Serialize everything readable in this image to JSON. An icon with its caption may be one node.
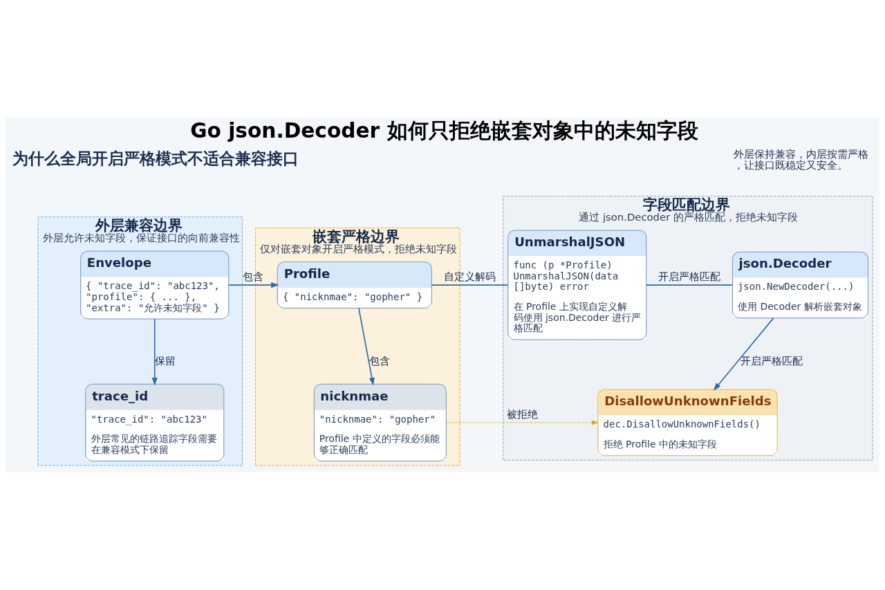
{
  "diagram": {
    "title": "Go json.Decoder 如何只拒绝嵌套对象中的未知字段",
    "nodes": [
      {
        "text": [
          "外层兼容边界",
          "外层允许未知字段，保证接口的向前兼容性"
        ]
      },
      {
        "text": [
          "Envelope",
          "{ \"trace_id\": \"abc123\", \"profile\": { ... }, \"extra\": \"允许未知字段\" }"
        ],
        "in": 0
      },
      {
        "text": [
          "trace_id",
          "\"trace_id\": \"abc123\"",
          "外层常见的链路追踪字段需要在兼容模式下保留"
        ],
        "in": 0
      },
      {
        "text": [
          "嵌套严格边界",
          "仅对嵌套对象开启严格模式，拒绝未知字段"
        ]
      },
      {
        "text": [
          "Profile",
          "{ \"nicknmae\": \"gopher\" }"
        ],
        "in": 3
      },
      {
        "text": [
          "nicknmae",
          "\"nicknmae\": \"gopher\"",
          "Profile 中定义的字段必须能够正确匹配"
        ],
        "in": 3
      },
      {
        "text": [
          "字段匹配边界",
          "通过 json.Decoder 的严格匹配，拒绝未知字段"
        ]
      },
      {
        "text": [
          "UnmarshalJSON",
          "func (p *Profile) UnmarshalJSON(data []byte) error",
          "在 Profile 上实现自定义解码使用 json.Decoder 进行严格匹配"
        ],
        "in": 6
      },
      {
        "text": [
          "json.Decoder",
          "json.NewDecoder(...)",
          "使用 Decoder 解析嵌套对象"
        ],
        "in": 6
      },
      {
        "text": [
          "DisallowUnknownFields",
          "dec.DisallowUnknownFields()",
          "拒绝 Profile 中的未知字段"
        ],
        "in": 6
      }
    ],
    "edges": [
      {
        "from": 1,
        "to": 4,
        "arrow": "to",
        "label": "包含"
      },
      {
        "from": 1,
        "to": 2,
        "arrow": "to",
        "label": "保留"
      },
      {
        "from": 4,
        "to": 5,
        "arrow": "to",
        "label": "包含"
      },
      {
        "from": 4,
        "to": 7,
        "arrow": "none",
        "label": "自定义解码"
      },
      {
        "from": 7,
        "to": 8,
        "arrow": "none",
        "label": "开启严格匹配"
      },
      {
        "from": 8,
        "to": 9,
        "arrow": "to",
        "label": "开启严格匹配"
      },
      {
        "from": 5,
        "to": 9,
        "arrow": "to",
        "label": "被拒绝",
        "style": "dashed",
        "color": "#e8a21a"
      }
    ],
    "labels": [
      "为什么全局开启严格模式不适合兼容接口",
      "外层保持兼容，内层按需严格，让接口既稳定又安全。"
    ]
  }
}
